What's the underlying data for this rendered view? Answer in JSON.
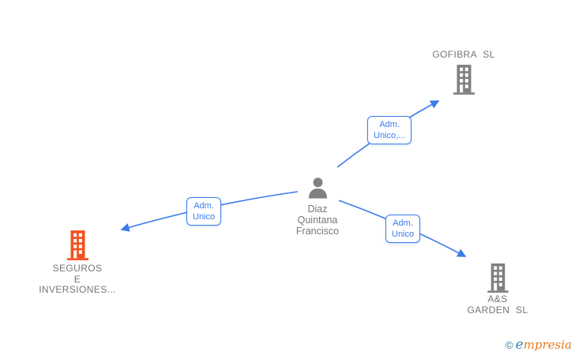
{
  "graph": {
    "person": {
      "name": "Diaz\nQuintana\nFrancisco"
    },
    "companies": [
      {
        "id": "gofibra",
        "name": "GOFIBRA SL"
      },
      {
        "id": "seguros",
        "name": "SEGUROS\nE\nINVERSIONES..."
      },
      {
        "id": "garden",
        "name": "A&S\nGARDEN SL"
      }
    ],
    "edges": [
      {
        "from": "person",
        "to": "gofibra",
        "label": "Adm.\nUnico,..."
      },
      {
        "from": "person",
        "to": "seguros",
        "label": "Adm.\nUnico"
      },
      {
        "from": "person",
        "to": "garden",
        "label": "Adm.\nUnico"
      }
    ]
  },
  "colors": {
    "edge_blue": "#3b7ce9",
    "icon_gray": "#808080",
    "icon_orange": "#f4511e",
    "text_gray": "#777777",
    "logo_teal": "#2e7f93",
    "logo_blue": "#3981bd",
    "logo_orange": "#e87a1e"
  },
  "footer": {
    "copyright": "©",
    "brand_e": "e",
    "brand_rest": "mpresia"
  }
}
